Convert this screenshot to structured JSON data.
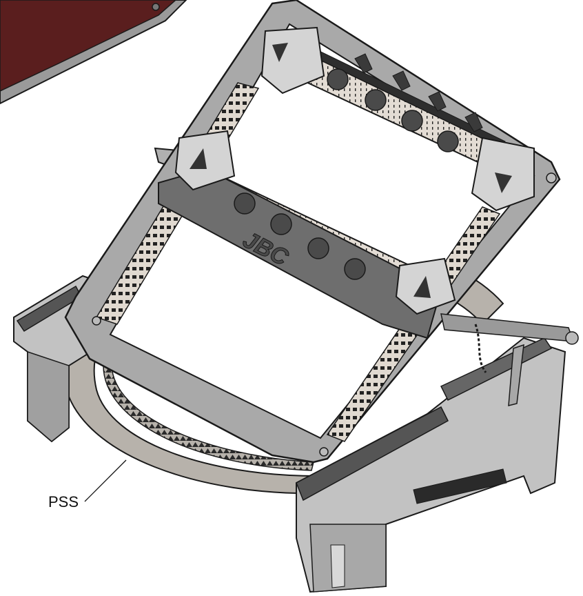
{
  "figure": {
    "callouts": [
      {
        "id": "pss",
        "label": "PSS"
      }
    ],
    "logo_text": "JBC",
    "colors": {
      "frame_light": "#cfcfcf",
      "frame_mid": "#a9a9a9",
      "frame_dark": "#6e6e6e",
      "ring": "#b7b2ab",
      "scale_strip": "#e3dcd4",
      "knob": "#4a4a4a",
      "outline": "#1a1a1a",
      "base": "#c2c2c2",
      "background_panel": "#5a1e1e"
    }
  }
}
